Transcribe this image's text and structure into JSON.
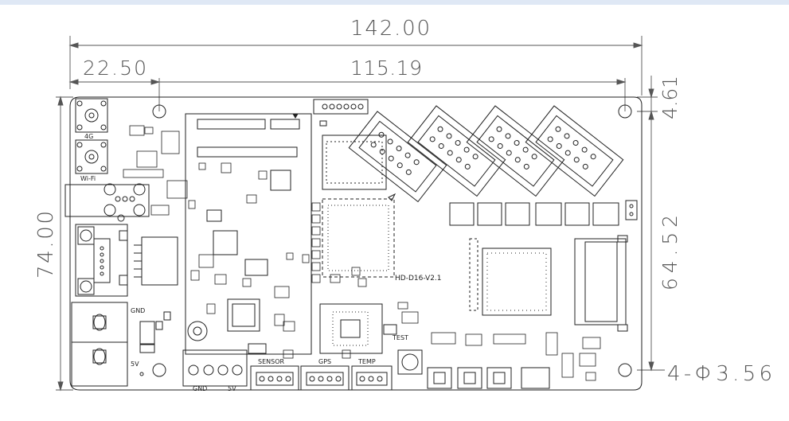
{
  "dimensions": {
    "total_width": "142.00",
    "offset_left": "22.50",
    "hole_span": "115.19",
    "total_height": "74.00",
    "hole_offset_top": "4.61",
    "hole_vertical_span": "64.52",
    "hole_spec": "4-Φ3.56"
  },
  "labels": {
    "antenna_4g": "4G",
    "antenna_wifi": "Wi-Fi",
    "gnd": "GND",
    "v5": "5V",
    "power_gnd": "GND",
    "power_5v": "5V",
    "sensor": "SENSOR",
    "gps": "GPS",
    "temp": "TEMP",
    "test": "TEST",
    "board_name": "HD-D16-V2.1"
  },
  "colors": {
    "line": "#222222",
    "dimension": "#555555",
    "strip": "#dfe8f5"
  }
}
